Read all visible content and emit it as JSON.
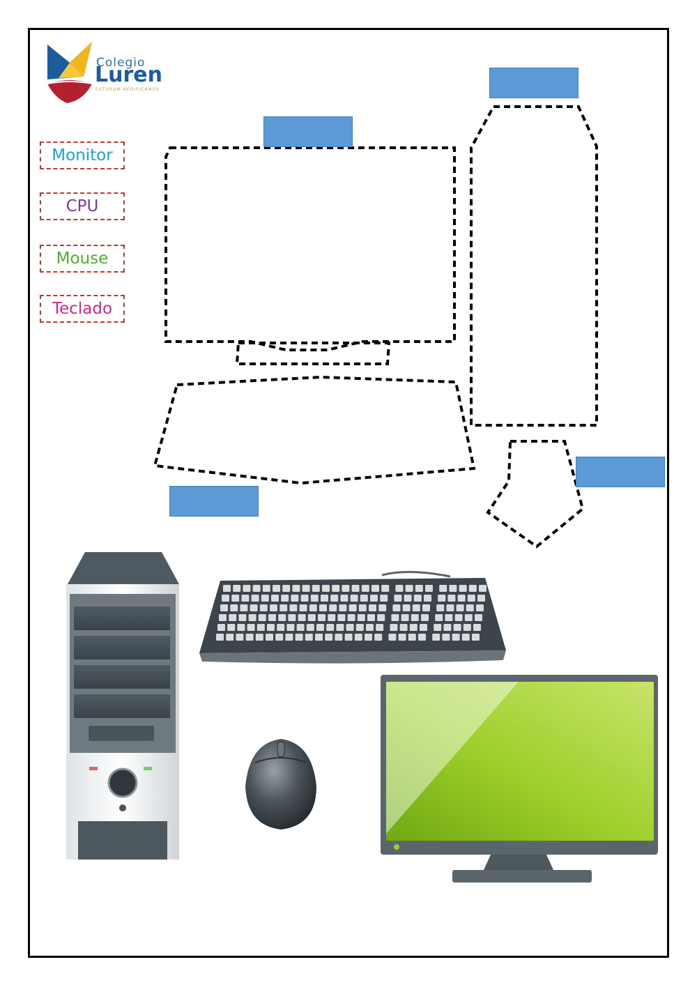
{
  "logo": {
    "line1": "Colegio",
    "line2": "Luren",
    "motto": "FUTURUM AEDIFICAMUS"
  },
  "word_bank": [
    {
      "label": "Monitor",
      "color": "#1aa3d8"
    },
    {
      "label": "CPU",
      "color": "#7b3aa0"
    },
    {
      "label": "Mouse",
      "color": "#4caf2f"
    },
    {
      "label": "Teclado",
      "color": "#d0288a"
    }
  ],
  "colors": {
    "slot_fill": "#5b9ad7",
    "box_border": "#c4362c",
    "screen_green": "#8ec21e"
  },
  "icons": [
    "cpu-tower-image",
    "keyboard-image",
    "mouse-image",
    "monitor-image"
  ]
}
